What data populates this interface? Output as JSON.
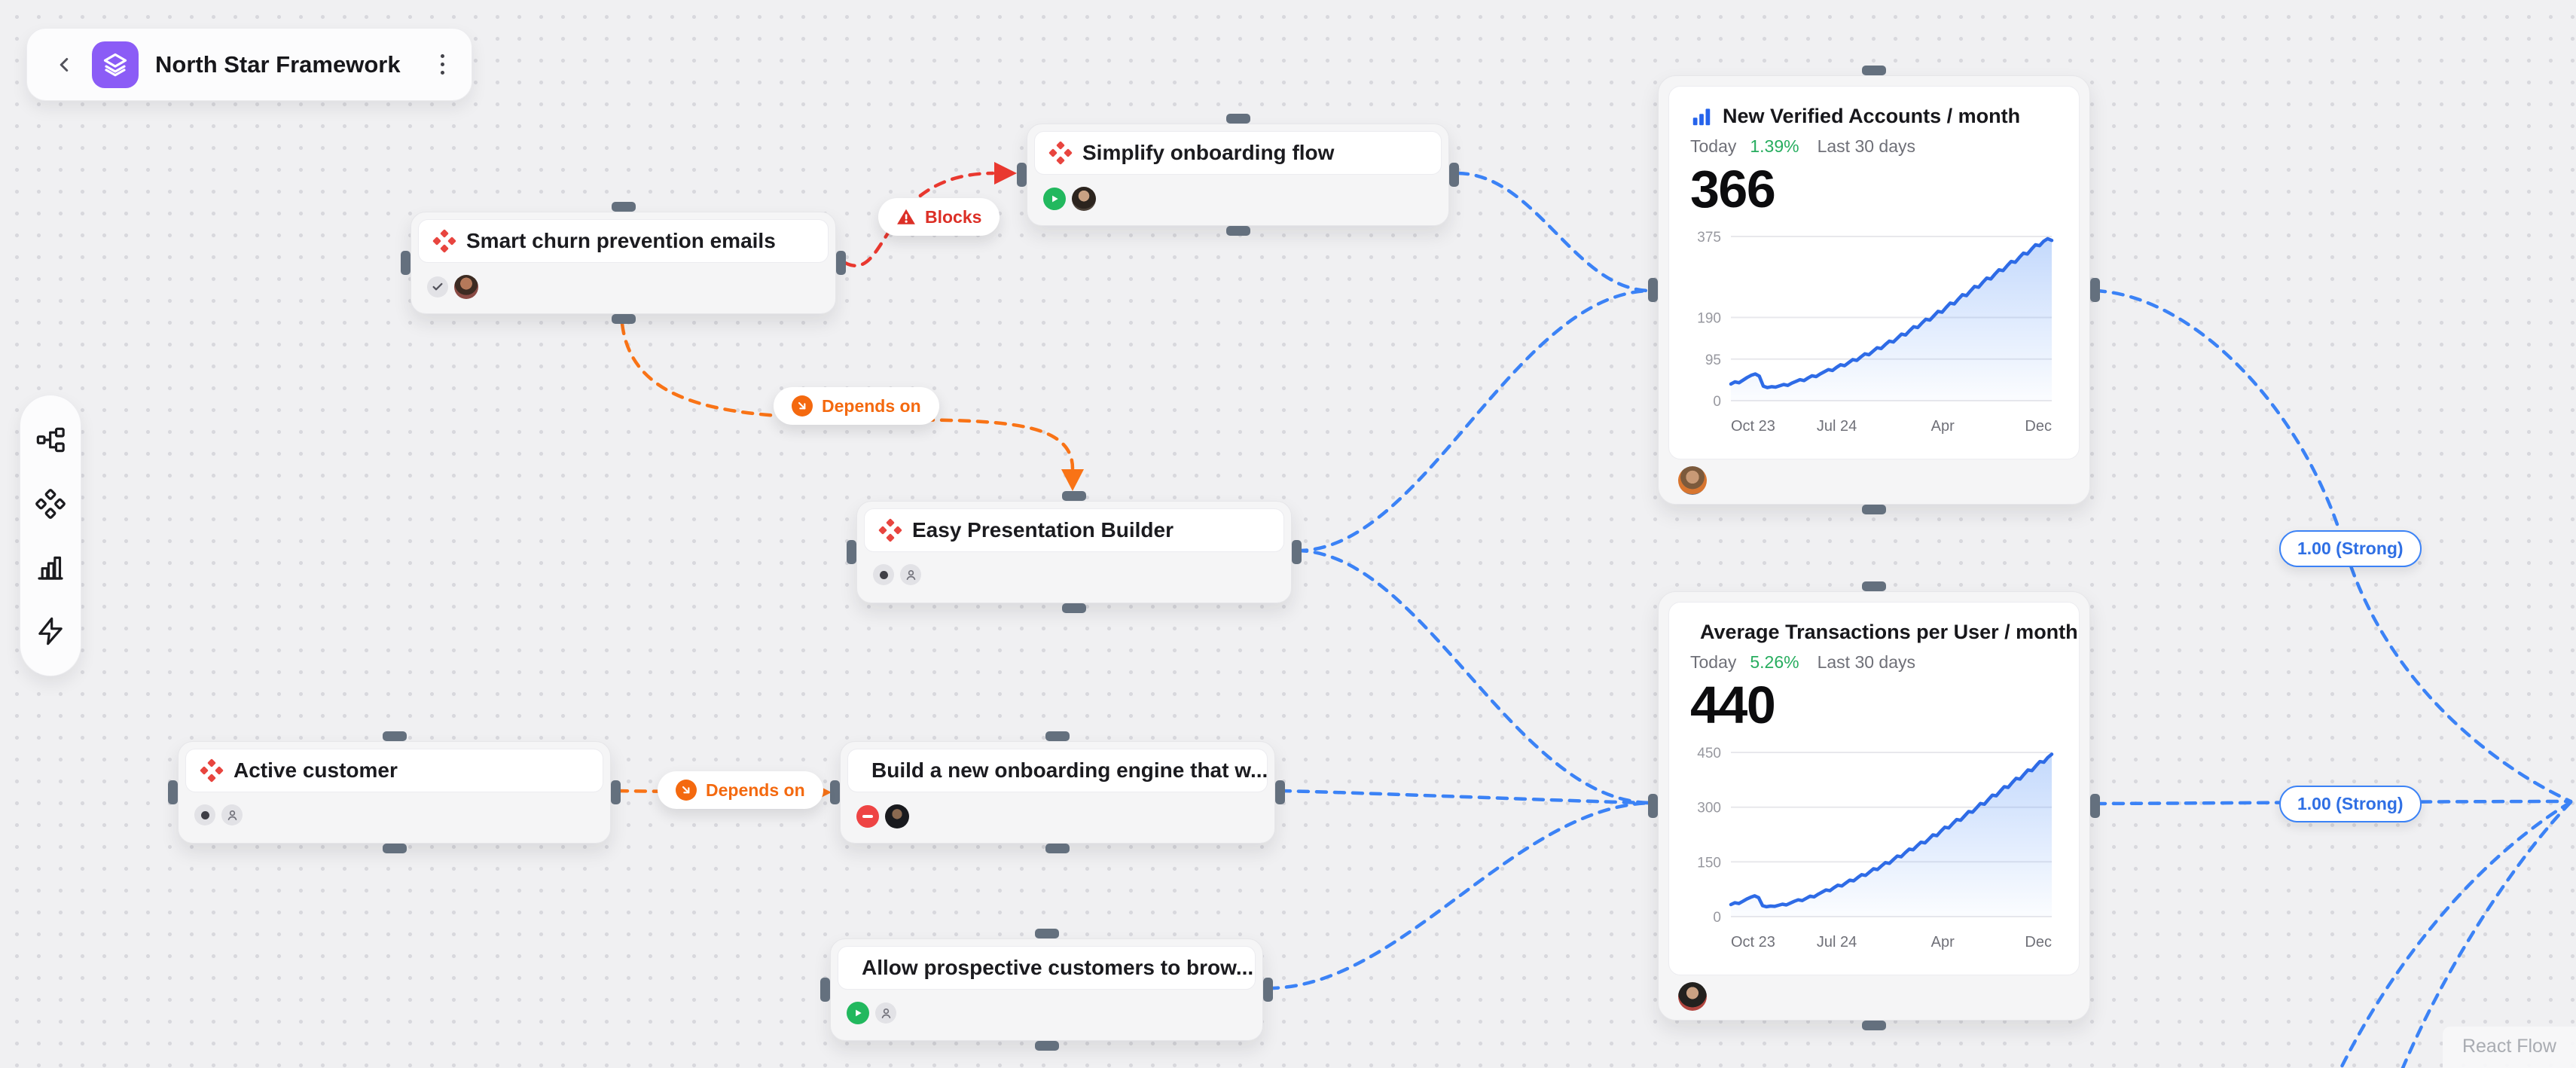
{
  "header": {
    "title": "North Star Framework"
  },
  "icons": {
    "back": "chevron-left-icon",
    "app": "layers-icon",
    "menu": "kebab-menu-icon",
    "toolbar": [
      "workflow-icon",
      "components-icon",
      "bar-chart-icon",
      "zap-icon"
    ],
    "node_type": "red-diamonds-component-icon",
    "metric_type": "blue-bar-chart-icon",
    "blocks_label": "warning-triangle-icon",
    "depends_label": "arrow-down-right-circle-icon",
    "badges": {
      "check": "checkmark",
      "play": "play",
      "minus": "minus",
      "dot": "dot",
      "person": "user-silhouette",
      "avatar": "user-photo"
    }
  },
  "nodes": [
    {
      "title": "Smart churn prevention emails"
    },
    {
      "title": "Simplify onboarding flow"
    },
    {
      "title": "Easy Presentation Builder"
    },
    {
      "title": "Active customer"
    },
    {
      "title": "Build a new onboarding engine that w..."
    },
    {
      "title": "Allow prospective customers to brow..."
    }
  ],
  "edge_labels": {
    "blocks": "Blocks",
    "depends_on": "Depends on",
    "strength": "1.00 (Strong)"
  },
  "metric_cards": [
    {
      "title": "New Verified Accounts / month",
      "period_label": "Today",
      "change": "1.39%",
      "range_label": "Last 30 days",
      "value": "366",
      "chart": {
        "type": "area",
        "y_max": 375,
        "y_ticks": [
          375,
          190,
          95,
          0
        ],
        "x_labels": [
          "Oct 23",
          "Jul 24",
          "Apr",
          "Dec"
        ],
        "values": [
          38,
          43,
          41,
          47,
          53,
          58,
          61,
          56,
          33,
          30,
          32,
          31,
          34,
          37,
          35,
          40,
          44,
          48,
          46,
          52,
          57,
          55,
          61,
          66,
          71,
          69,
          76,
          82,
          80,
          87,
          94,
          92,
          100,
          107,
          105,
          113,
          121,
          119,
          128,
          136,
          134,
          143,
          152,
          150,
          160,
          169,
          167,
          177,
          186,
          184,
          194,
          204,
          202,
          213,
          223,
          221,
          232,
          242,
          240,
          251,
          261,
          259,
          270,
          280,
          278,
          289,
          299,
          297,
          308,
          318,
          316,
          327,
          337,
          335,
          346,
          356,
          354,
          364,
          370,
          366
        ]
      }
    },
    {
      "title": "Average Transactions per User / month",
      "period_label": "Today",
      "change": "5.26%",
      "range_label": "Last 30 days",
      "value": "440",
      "chart": {
        "type": "area",
        "y_max": 450,
        "y_ticks": [
          450,
          300,
          150,
          0
        ],
        "x_labels": [
          "Oct 23",
          "Jul 24",
          "Apr",
          "Dec"
        ],
        "values": [
          33,
          38,
          36,
          42,
          48,
          53,
          57,
          52,
          30,
          27,
          29,
          28,
          31,
          34,
          32,
          37,
          42,
          46,
          44,
          50,
          56,
          54,
          61,
          67,
          73,
          71,
          79,
          86,
          84,
          92,
          100,
          98,
          107,
          115,
          113,
          122,
          131,
          129,
          139,
          148,
          146,
          156,
          166,
          164,
          175,
          185,
          183,
          194,
          204,
          202,
          213,
          224,
          222,
          234,
          245,
          243,
          255,
          266,
          264,
          276,
          288,
          286,
          298,
          310,
          308,
          321,
          333,
          331,
          344,
          356,
          354,
          367,
          379,
          377,
          390,
          402,
          400,
          413,
          425,
          423,
          436,
          445
        ]
      }
    }
  ],
  "attribution": "React Flow",
  "colors": {
    "edge_blue": "#3b82f6",
    "edge_orange": "#f97316",
    "edge_red": "#e9382f",
    "accent_violet": "#8b5cf6",
    "positive_green": "#27ad5f",
    "metric_blue": "#2563eb",
    "node_icon_red": "#e8453f"
  }
}
